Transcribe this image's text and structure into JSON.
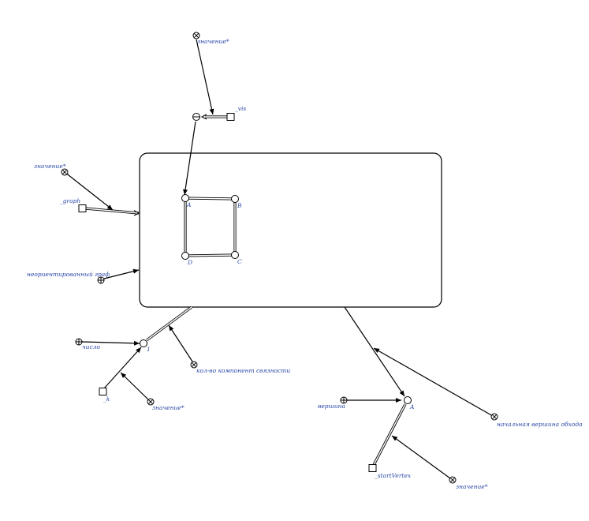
{
  "diagram": {
    "labels": {
      "value_top": "значение*",
      "vis": "_vis",
      "value_left": "значение*",
      "graph": "_graph",
      "undirected_graph": "неориентированный граф",
      "vertex_a": "A",
      "vertex_b": "B",
      "vertex_c": "C",
      "vertex_d": "D",
      "number": "число",
      "one": "1",
      "components_count": "кол-во компонент связности",
      "k": "_k",
      "value_k": "значение*",
      "vertex": "вершина",
      "vertex_a2": "A",
      "start_vertex_rel": "начальная вершина обхода",
      "start_vertex": "_startVertex",
      "value_start": "значение*"
    }
  }
}
